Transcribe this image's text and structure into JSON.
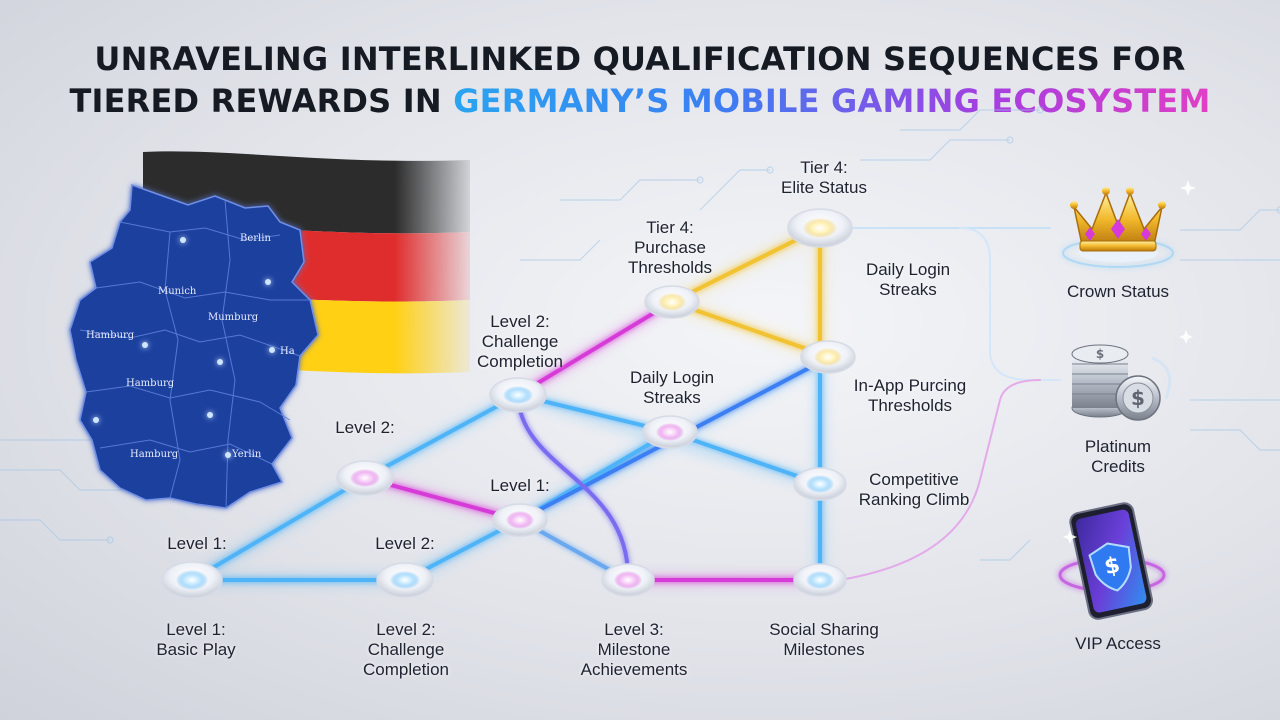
{
  "title": {
    "line1": "UNRAVELING INTERLINKED QUALIFICATION SEQUENCES FOR",
    "line2_plain": "TIERED REWARDS IN ",
    "line2_highlight": "GERMANY’S MOBILE GAMING ECOSYSTEM"
  },
  "map": {
    "cities": [
      "Berlin",
      "Munich",
      "Hamburg",
      "Mumburg",
      "Ha",
      "Hamburg",
      "Hamburg",
      "Yerlin"
    ]
  },
  "nodes": {
    "n1": {
      "lines": [
        "Level 1:",
        "Basic Play"
      ]
    },
    "n1_top": {
      "lines": [
        "Level 1:"
      ]
    },
    "n2": {
      "lines": [
        "Level 2:",
        "Challenge",
        "Completion"
      ]
    },
    "n2_top": {
      "lines": [
        "Level 2:"
      ]
    },
    "n3": {
      "lines": [
        "Level 3:",
        "Milestone",
        "Achievements"
      ]
    },
    "n4": {
      "lines": [
        "Social Sharing",
        "Milestones"
      ]
    },
    "n5": {
      "lines": [
        "Level 2:"
      ]
    },
    "n6": {
      "lines": [
        "Level 1:"
      ]
    },
    "n7": {
      "lines": [
        "Level 2:",
        "Challenge",
        "Completion"
      ]
    },
    "n8": {
      "lines": [
        "Daily Login",
        "Streaks"
      ]
    },
    "n9": {
      "lines": [
        "Tier 4:",
        "Purchase",
        "Thresholds"
      ]
    },
    "n10": {
      "lines": [
        "Tier 4:",
        "Elite Status"
      ]
    },
    "n11": {
      "lines": [
        "In-App Purcing",
        "Thresholds"
      ]
    },
    "n12": {
      "lines": [
        "Competitive",
        "Ranking Climb"
      ]
    },
    "n_daily_right": {
      "lines": [
        "Daily Login",
        "Streaks"
      ]
    }
  },
  "rewards": {
    "crown": {
      "label": "Crown Status",
      "icon": "crown-icon"
    },
    "credits": {
      "lines": [
        "Platinum",
        "Credits"
      ],
      "icon": "coin-stack-icon"
    },
    "vip": {
      "label": "VIP Access",
      "icon": "phone-vip-icon"
    }
  },
  "colors": {
    "flag_black": "#1b1b1b",
    "flag_red": "#dd1c1c",
    "flag_gold": "#ffcc00",
    "map_blue": "#1f3f9e",
    "link_blue": "#38a8f5",
    "link_magenta": "#d63ad8",
    "link_gold": "#f1c232"
  }
}
